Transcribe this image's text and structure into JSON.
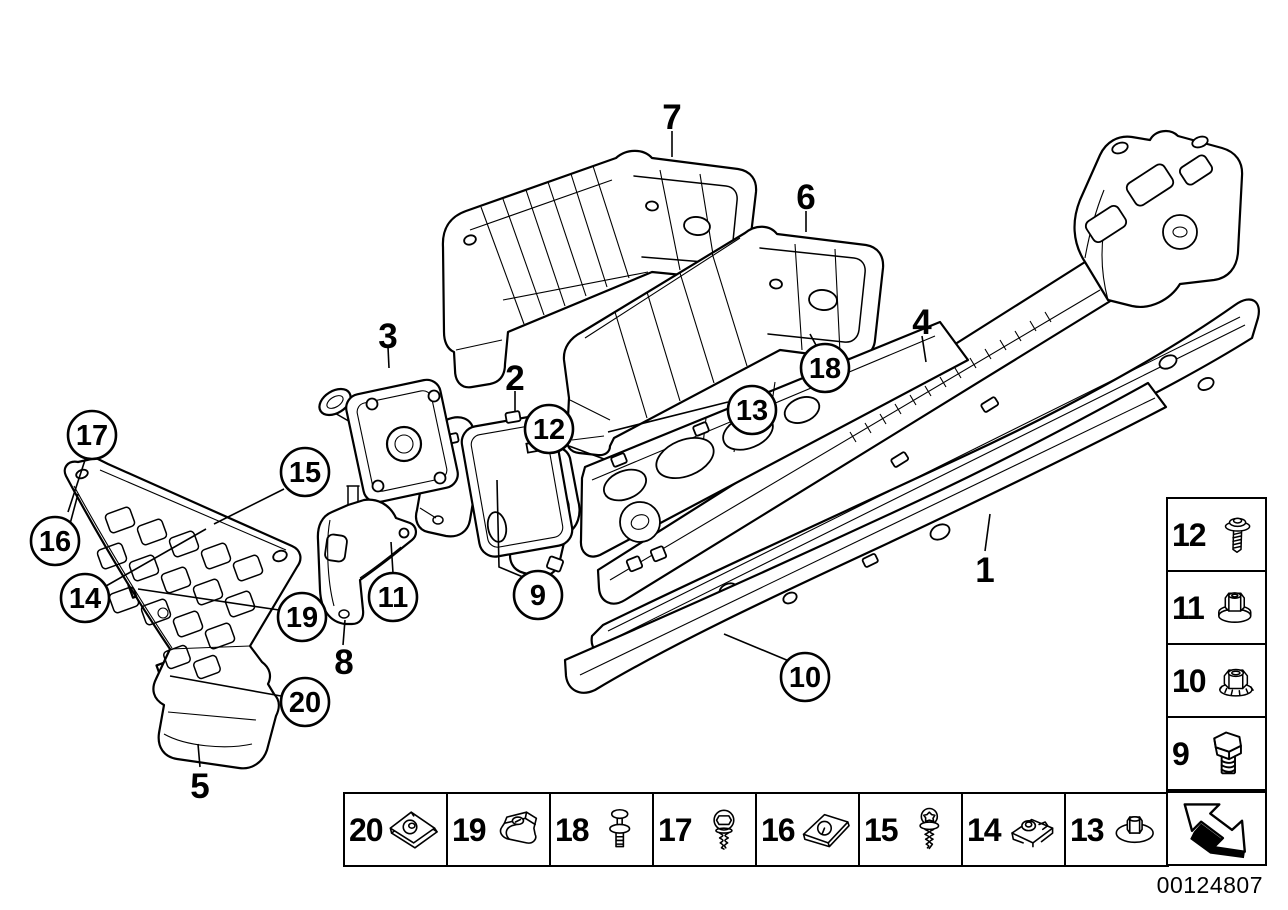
{
  "figure": {
    "bg": "#ffffff",
    "ink": "#000000",
    "image_number": "00124807"
  },
  "callouts": {
    "plain": {
      "p1": "1",
      "p2": "2",
      "p3": "3",
      "p4": "4",
      "p5": "5",
      "p6": "6",
      "p7": "7",
      "p8": "8"
    },
    "circled": {
      "c9": "9",
      "c10": "10",
      "c11": "11",
      "c12": "12",
      "c13": "13",
      "c14": "14",
      "c15": "15",
      "c16": "16",
      "c17": "17",
      "c18": "18",
      "c19": "19",
      "c20": "20"
    }
  },
  "legend_sidebar": {
    "items": [
      {
        "number": "12",
        "icon": "washer-head-screw-icon"
      },
      {
        "number": "11",
        "icon": "collar-nut-icon"
      },
      {
        "number": "10",
        "icon": "flange-lock-nut-icon"
      },
      {
        "number": "9",
        "icon": "hex-bolt-icon"
      }
    ]
  },
  "legend_bottom": {
    "items": [
      {
        "number": "20",
        "icon": "sheet-metal-clip-nut-icon"
      },
      {
        "number": "19",
        "icon": "spring-clip-icon"
      },
      {
        "number": "18",
        "icon": "expansion-rivet-icon"
      },
      {
        "number": "17",
        "icon": "hex-washer-screw-icon"
      },
      {
        "number": "16",
        "icon": "clip-nut-icon"
      },
      {
        "number": "15",
        "icon": "torx-flange-screw-icon"
      },
      {
        "number": "14",
        "icon": "cage-clamp-nut-icon"
      },
      {
        "number": "13",
        "icon": "nut-with-washer-icon"
      }
    ]
  },
  "nav": {
    "back_arrow": "back-arrow-icon"
  }
}
